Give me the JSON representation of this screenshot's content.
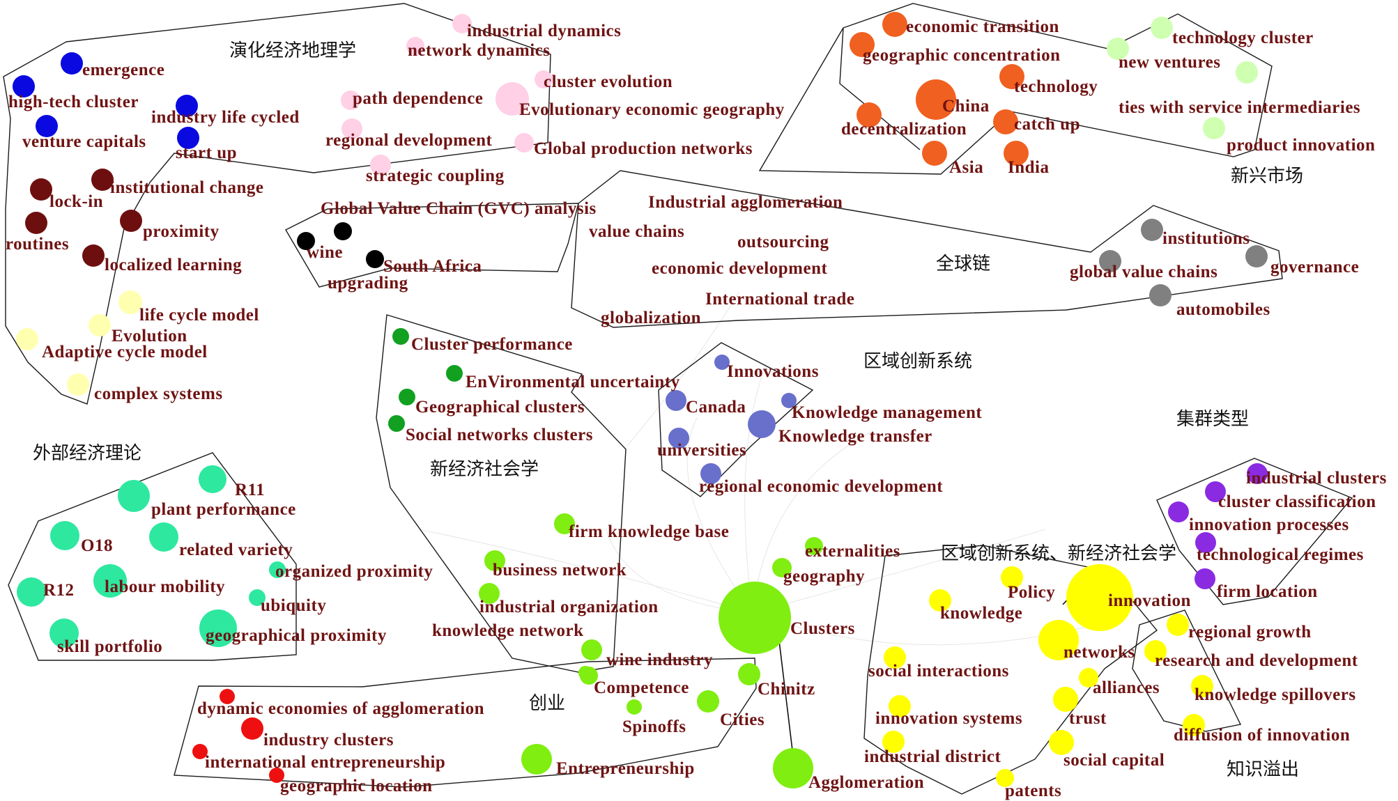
{
  "clusters": [
    {
      "key": "evo",
      "label": "演化经济地理学",
      "color": "#ffc9e3"
    },
    {
      "key": "emerging",
      "label": "新兴市场",
      "color": "#cfffb0"
    },
    {
      "key": "gchain",
      "label": "全球链",
      "color": "#808080"
    },
    {
      "key": "ris",
      "label": "区域创新系统",
      "color": "#6870cc"
    },
    {
      "key": "ctype",
      "label": "集群类型",
      "color": "#8a2be2"
    },
    {
      "key": "ext",
      "label": "外部经济理论",
      "color": "#2ee8a0"
    },
    {
      "key": "nes",
      "label": "新经济社会学",
      "color": "#11a020"
    },
    {
      "key": "ent",
      "label": "创业",
      "color": "#80ee10"
    },
    {
      "key": "risnes",
      "label": "区域创新系统、新经济社会学",
      "color": "#ffff00"
    },
    {
      "key": "spill",
      "label": "知识溢出",
      "color": "#ffff00"
    }
  ],
  "nodes": [
    {
      "label": "industrial dynamics",
      "color": "#ffd0e6"
    },
    {
      "label": "network dynamics",
      "color": "#ffd0e6"
    },
    {
      "label": "cluster evolution",
      "color": "#ffd0e6"
    },
    {
      "label": "path dependence",
      "color": "#ffd0e6"
    },
    {
      "label": "Evolutionary economic geography",
      "color": "#ffd0e6"
    },
    {
      "label": "regional development",
      "color": "#ffd0e6"
    },
    {
      "label": "Global production networks",
      "color": "#ffd0e6"
    },
    {
      "label": "strategic coupling",
      "color": "#ffd0e6"
    },
    {
      "label": "emergence",
      "color": "#0a0ae0"
    },
    {
      "label": "high-tech cluster",
      "color": "#0a0ae0"
    },
    {
      "label": "industry life cycled",
      "color": "#0a0ae0"
    },
    {
      "label": "venture capitals",
      "color": "#0a0ae0"
    },
    {
      "label": "start up",
      "color": "#0a0ae0"
    },
    {
      "label": "lock-in",
      "color": "#6e0f0f"
    },
    {
      "label": "institutional change",
      "color": "#6e0f0f"
    },
    {
      "label": "routines",
      "color": "#6e0f0f"
    },
    {
      "label": "proximity",
      "color": "#6e0f0f"
    },
    {
      "label": "localized learning",
      "color": "#6e0f0f"
    },
    {
      "label": "life cycle model",
      "color": "#ffffb0"
    },
    {
      "label": "Evolution",
      "color": "#ffffb0"
    },
    {
      "label": "Adaptive cycle model",
      "color": "#ffffb0"
    },
    {
      "label": "complex systems",
      "color": "#ffffb0"
    },
    {
      "label": "economic transition",
      "color": "#f06020"
    },
    {
      "label": "geographic concentration",
      "color": "#f06020"
    },
    {
      "label": "technology",
      "color": "#f06020"
    },
    {
      "label": "China",
      "color": "#f06020"
    },
    {
      "label": "decentralization",
      "color": "#f06020"
    },
    {
      "label": "catch up",
      "color": "#f06020"
    },
    {
      "label": "Asia",
      "color": "#f06020"
    },
    {
      "label": "India",
      "color": "#f06020"
    },
    {
      "label": "technology cluster",
      "color": "#cfffb0"
    },
    {
      "label": "new ventures",
      "color": "#cfffb0"
    },
    {
      "label": "ties with service intermediaries",
      "color": "#cfffb0"
    },
    {
      "label": "product innovation",
      "color": "#cfffb0"
    },
    {
      "label": "Global Value Chain (GVC) analysis",
      "color": "#000000"
    },
    {
      "label": "wine",
      "color": "#000000"
    },
    {
      "label": "South Africa",
      "color": "#000000"
    },
    {
      "label": "upgrading",
      "color": "#000000"
    },
    {
      "label": "Industrial agglomeration",
      "color": "#ffffff"
    },
    {
      "label": "value chains",
      "color": "#ffffff"
    },
    {
      "label": "outsourcing",
      "color": "#ffffff"
    },
    {
      "label": "economic development",
      "color": "#ffffff"
    },
    {
      "label": "International trade",
      "color": "#ffffff"
    },
    {
      "label": "globalization",
      "color": "#ffffff"
    },
    {
      "label": "institutions",
      "color": "#808080"
    },
    {
      "label": "global value chains",
      "color": "#808080"
    },
    {
      "label": "governance",
      "color": "#808080"
    },
    {
      "label": "automobiles",
      "color": "#808080"
    },
    {
      "label": "Cluster performance",
      "color": "#11a020"
    },
    {
      "label": "EnVironmental uncertainty",
      "color": "#11a020"
    },
    {
      "label": "Geographical clusters",
      "color": "#11a020"
    },
    {
      "label": "Social networks clusters",
      "color": "#11a020"
    },
    {
      "label": "Innovations",
      "color": "#6870cc"
    },
    {
      "label": "Canada",
      "color": "#6870cc"
    },
    {
      "label": "Knowledge management",
      "color": "#6870cc"
    },
    {
      "label": "Knowledge transfer",
      "color": "#6870cc"
    },
    {
      "label": "universities",
      "color": "#6870cc"
    },
    {
      "label": "regional economic development",
      "color": "#6870cc"
    },
    {
      "label": "industrial clusters",
      "color": "#8a2be2"
    },
    {
      "label": "cluster classification",
      "color": "#8a2be2"
    },
    {
      "label": "innovation processes",
      "color": "#8a2be2"
    },
    {
      "label": "technological regimes",
      "color": "#8a2be2"
    },
    {
      "label": "firm location",
      "color": "#8a2be2"
    },
    {
      "label": "R11",
      "color": "#2ee8a0"
    },
    {
      "label": "plant performance",
      "color": "#2ee8a0"
    },
    {
      "label": "O18",
      "color": "#2ee8a0"
    },
    {
      "label": "related variety",
      "color": "#2ee8a0"
    },
    {
      "label": "organized proximity",
      "color": "#2ee8a0"
    },
    {
      "label": "R12",
      "color": "#2ee8a0"
    },
    {
      "label": "labour mobility",
      "color": "#2ee8a0"
    },
    {
      "label": "ubiquity",
      "color": "#2ee8a0"
    },
    {
      "label": "geographical proximity",
      "color": "#2ee8a0"
    },
    {
      "label": "skill portfolio",
      "color": "#2ee8a0"
    },
    {
      "label": "firm knowledge base",
      "color": "#80ee10"
    },
    {
      "label": "business network",
      "color": "#80ee10"
    },
    {
      "label": "industrial organization",
      "color": "#80ee10"
    },
    {
      "label": "knowledge network",
      "color": "#80ee10"
    },
    {
      "label": "wine industry",
      "color": "#80ee10"
    },
    {
      "label": "Competence",
      "color": "#80ee10"
    },
    {
      "label": "Spinoffs",
      "color": "#80ee10"
    },
    {
      "label": "Cities",
      "color": "#80ee10"
    },
    {
      "label": "Chinitz",
      "color": "#80ee10"
    },
    {
      "label": "Entrepreneurship",
      "color": "#80ee10"
    },
    {
      "label": "externalities",
      "color": "#80ee10"
    },
    {
      "label": "geography",
      "color": "#80ee10"
    },
    {
      "label": "Clusters",
      "color": "#80ee10"
    },
    {
      "label": "Agglomeration",
      "color": "#80ee10"
    },
    {
      "label": "dynamic economies of agglomeration",
      "color": "#ee1010"
    },
    {
      "label": "industry clusters",
      "color": "#ee1010"
    },
    {
      "label": "international entrepreneurship",
      "color": "#ee1010"
    },
    {
      "label": "geographic location",
      "color": "#ee1010"
    },
    {
      "label": "Policy",
      "color": "#ffff00"
    },
    {
      "label": "innovation",
      "color": "#ffff00"
    },
    {
      "label": "knowledge",
      "color": "#ffff00"
    },
    {
      "label": "networks",
      "color": "#ffff00"
    },
    {
      "label": "social interactions",
      "color": "#ffff00"
    },
    {
      "label": "alliances",
      "color": "#ffff00"
    },
    {
      "label": "innovation systems",
      "color": "#ffff00"
    },
    {
      "label": "trust",
      "color": "#ffff00"
    },
    {
      "label": "industrial district",
      "color": "#ffff00"
    },
    {
      "label": "social capital",
      "color": "#ffff00"
    },
    {
      "label": "patents",
      "color": "#ffff00"
    },
    {
      "label": "regional growth",
      "color": "#ffff00"
    },
    {
      "label": "research and development",
      "color": "#ffff00"
    },
    {
      "label": "knowledge spillovers",
      "color": "#ffff00"
    },
    {
      "label": "diffusion of innovation",
      "color": "#ffff00"
    }
  ]
}
